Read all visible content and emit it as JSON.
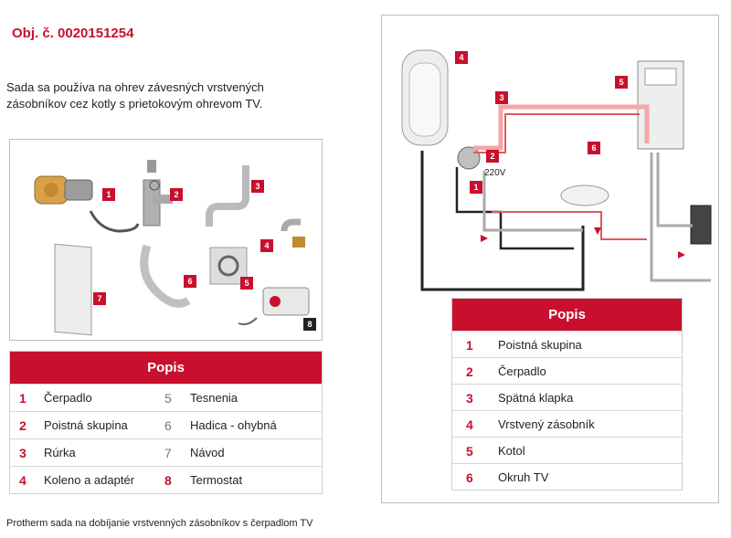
{
  "header": {
    "obj_number": "Obj. č. 0020151254",
    "description": "Sada sa používa na  ohrev závesných  vrstvených zásobníkov  cez  kotly s prietokovým ohrevom  TV."
  },
  "parts_badges": [
    "1",
    "2",
    "3",
    "4",
    "5",
    "6",
    "7",
    "8"
  ],
  "left_table": {
    "title": "Popis",
    "rows": [
      {
        "n1": "1",
        "l1": "Čerpadlo",
        "n2": "5",
        "l2": "Tesnenia"
      },
      {
        "n1": "2",
        "l1": "Poistná skupina",
        "n2": "6",
        "l2": "Hadica - ohybná"
      },
      {
        "n1": "3",
        "l1": "Rúrka",
        "n2": "7",
        "l2": "Návod"
      },
      {
        "n1": "4",
        "l1": "Koleno a adaptér",
        "n2": "8",
        "l2": "Termostat"
      }
    ]
  },
  "diagram": {
    "badges": [
      "1",
      "2",
      "3",
      "4",
      "5",
      "6"
    ],
    "voltage": "220V"
  },
  "right_table": {
    "title": "Popis",
    "rows": [
      {
        "n": "1",
        "label": "Poistná skupina"
      },
      {
        "n": "2",
        "label": "Čerpadlo"
      },
      {
        "n": "3",
        "label": "Spätná klapka"
      },
      {
        "n": "4",
        "label": "Vrstvený zásobník"
      },
      {
        "n": "5",
        "label": "Kotol"
      },
      {
        "n": "6",
        "label": "Okruh TV"
      }
    ]
  },
  "caption": "Protherm sada na dobíjanie vrstvenných zásobníkov s čerpadlom TV",
  "colors": {
    "accent": "#c8102e"
  }
}
